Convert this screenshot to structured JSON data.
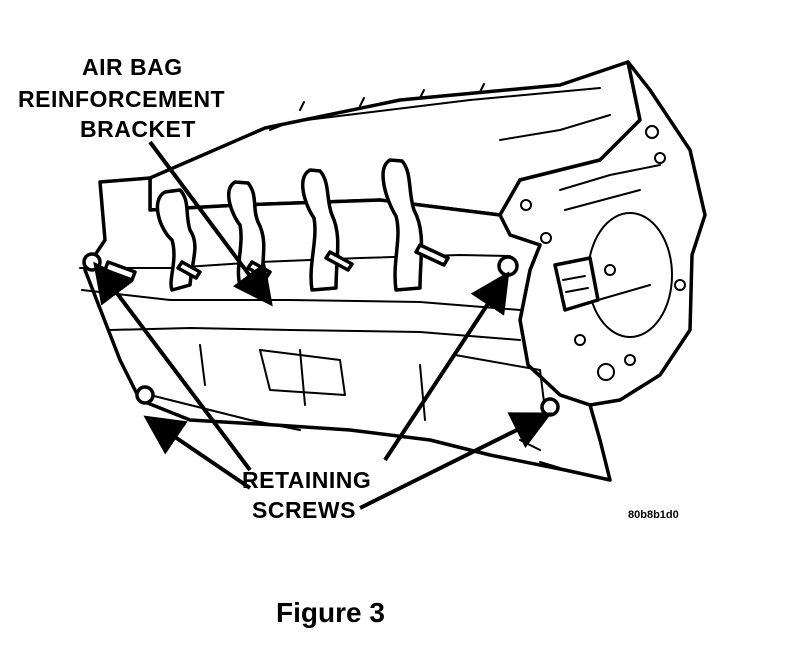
{
  "labels": {
    "bracket_line1": "AIR BAG",
    "bracket_line2": "REINFORCEMENT",
    "bracket_line3": "BRACKET",
    "screws_line1": "RETAINING",
    "screws_line2": "SCREWS",
    "image_code": "80b8b1d0"
  },
  "caption": "Figure 3"
}
